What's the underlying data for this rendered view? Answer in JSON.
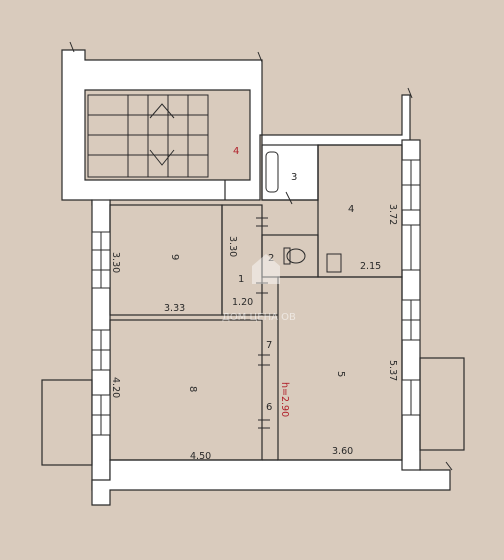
{
  "plan": {
    "rooms": [
      {
        "id": "stair",
        "number": "4"
      },
      {
        "id": "bath",
        "number": "3"
      },
      {
        "id": "wc",
        "number": "2"
      },
      {
        "id": "hall",
        "number": "1"
      },
      {
        "id": "kitchen",
        "number": "4"
      },
      {
        "id": "room9",
        "number": "9"
      },
      {
        "id": "room8",
        "number": "8"
      },
      {
        "id": "room5",
        "number": "5"
      },
      {
        "id": "mark6",
        "number": "6"
      },
      {
        "id": "mark7",
        "number": "7"
      }
    ],
    "dimensions": {
      "kitchen_len": "3.72",
      "kitchen_width": "2.15",
      "hall_len": "3.30",
      "hall_width": "1.20",
      "room9_len": "3.30",
      "room9_width": "3.33",
      "room8_len": "4.20",
      "room8_width": "4.50",
      "room5_len": "5.37",
      "room5_width": "3.60"
    },
    "ceiling_height": "h=2.90",
    "watermark": "ДОМ ЦЕНА ОВ",
    "colors": {
      "paper": "#d9cbbd",
      "wall": "#ffffff",
      "line": "#2a2a2a",
      "accent": "#b0202a"
    }
  }
}
